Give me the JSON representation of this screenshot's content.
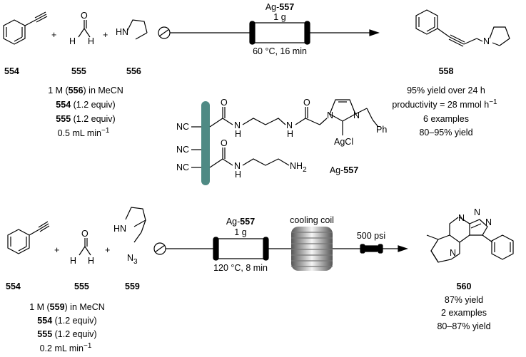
{
  "row1": {
    "compounds": [
      {
        "number": "554"
      },
      {
        "number": "555",
        "atoms": {
          "h": "H",
          "o": "O"
        }
      },
      {
        "number": "556",
        "atoms": {
          "hn": "HN"
        }
      }
    ],
    "plus": "+",
    "reactor": {
      "catalyst_prefix": "Ag-",
      "catalyst_number": "557",
      "amount": "1 g",
      "conditions": "60 °C, 16 min"
    },
    "feed": {
      "line1_prefix": "1 M (",
      "line1_bold": "556",
      "line1_suffix": ") in MeCN",
      "line2_bold": "554",
      "line2_suffix": " (1.2 equiv)",
      "line3_bold": "555",
      "line3_suffix": " (1.2 equiv)",
      "line4": "0.5 mL min",
      "line4_sup": "−1"
    },
    "product": {
      "number": "558",
      "atoms": {
        "n": "N"
      },
      "yield": "95% yield over 24 h",
      "productivity": "productivity = 28 mmol h",
      "productivity_sup": "−1",
      "examples": "6 examples",
      "yield_range": "80–95% yield"
    }
  },
  "catalyst_structure": {
    "nc": "NC",
    "o": "O",
    "n": "N",
    "h": "H",
    "nh2": "NH",
    "nh2_sub": "2",
    "ph": "Ph",
    "agcl": "AgCl",
    "label_prefix": "Ag-",
    "label_number": "557"
  },
  "row2": {
    "compounds": [
      {
        "number": "554"
      },
      {
        "number": "555",
        "atoms": {
          "h": "H",
          "o": "O"
        }
      },
      {
        "number": "559",
        "atoms": {
          "hn": "HN",
          "n3": "N",
          "n3_sub": "3"
        }
      }
    ],
    "plus": "+",
    "reactor": {
      "catalyst_prefix": "Ag-",
      "catalyst_number": "557",
      "amount": "1 g",
      "conditions": "120 °C, 8 min"
    },
    "cooling": "cooling coil",
    "pressure": "500 psi",
    "feed": {
      "line1_prefix": "1 M (",
      "line1_bold": "559",
      "line1_suffix": ") in MeCN",
      "line2_bold": "554",
      "line2_suffix": " (1.2 equiv)",
      "line3_bold": "555",
      "line3_suffix": " (1.2 equiv)",
      "line4": "0.2 mL min",
      "line4_sup": "−1"
    },
    "product": {
      "number": "560",
      "atoms": {
        "n": "N",
        "n1": "N",
        "n2": "N",
        "n3": "N"
      },
      "yield": "87% yield",
      "examples": "2 examples",
      "yield_range": "80–87% yield"
    }
  },
  "colors": {
    "ink": "#000000",
    "resin": "#4f8a84",
    "coil_light": "#f0f0f0",
    "coil_dark": "#555555"
  }
}
